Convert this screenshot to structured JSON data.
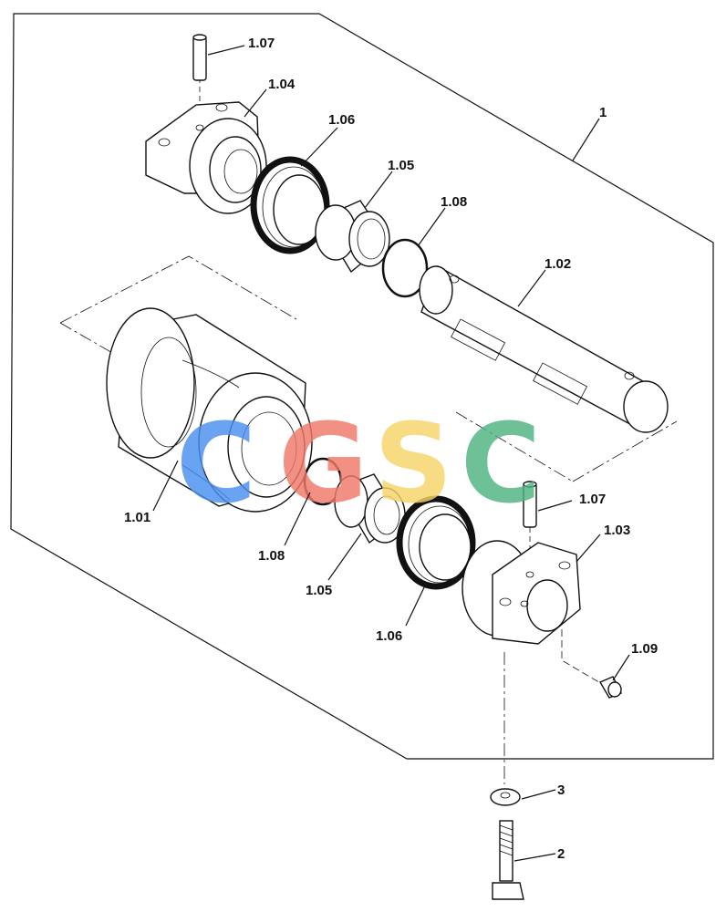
{
  "labels": {
    "assembly": "1",
    "roller_body": "1.01",
    "shaft": "1.02",
    "collar_right": "1.03",
    "collar_left": "1.04",
    "bushing_upper": "1.05",
    "bushing_lower": "1.05",
    "seal_upper": "1.06",
    "seal_lower": "1.06",
    "pin_upper": "1.07",
    "pin_lower": "1.07",
    "oring_upper": "1.08",
    "oring_lower": "1.08",
    "plug": "1.09",
    "bolt": "2",
    "washer": "3"
  },
  "watermark": {
    "letters": [
      "C",
      "G",
      "S",
      "C"
    ],
    "colors": [
      "#4a8ff0",
      "#f07868",
      "#f6d56a",
      "#4fb381"
    ]
  }
}
